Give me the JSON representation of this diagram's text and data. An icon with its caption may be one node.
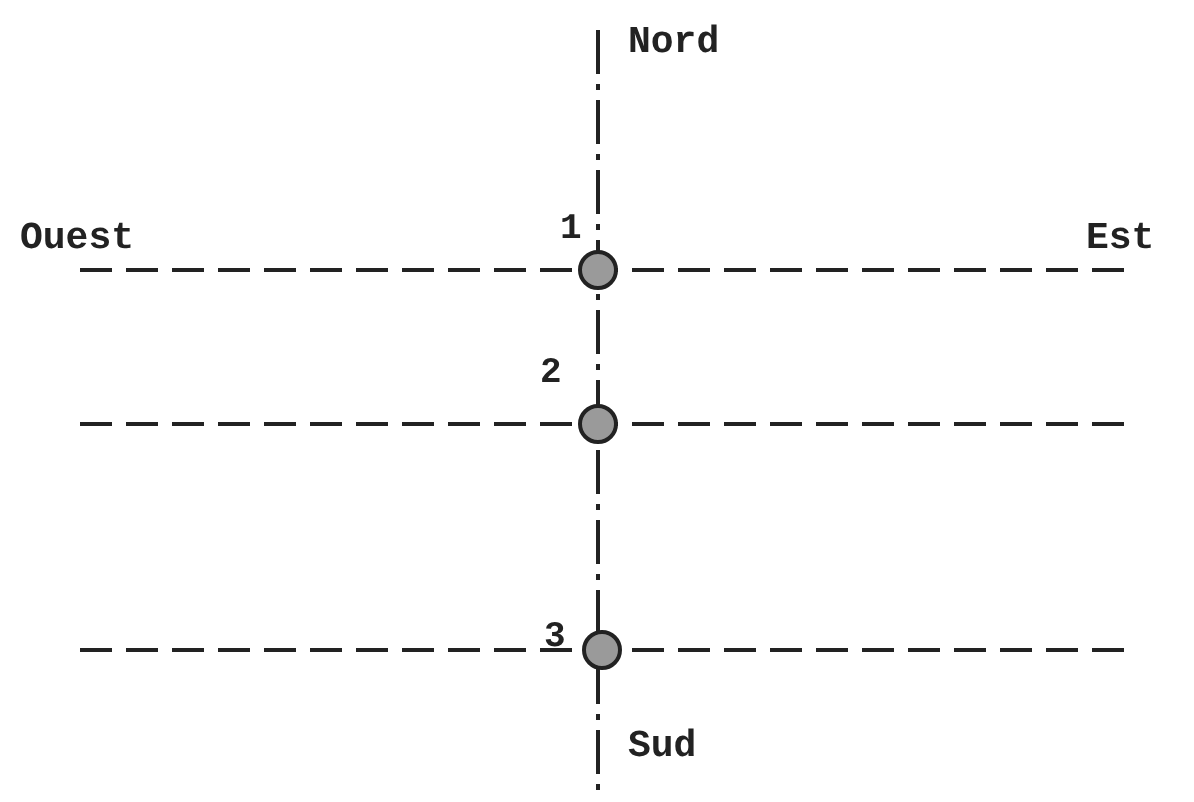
{
  "diagram": {
    "nodes": [
      {
        "text": [],
        "shape": "circle",
        "beside": [
          "1"
        ]
      },
      {
        "text": [],
        "shape": "circle",
        "beside": [
          "2"
        ]
      },
      {
        "text": [],
        "shape": "circle",
        "beside": [
          "3"
        ]
      }
    ],
    "labels": [
      "Nord",
      "Ouest",
      "Est",
      "Sud"
    ]
  }
}
